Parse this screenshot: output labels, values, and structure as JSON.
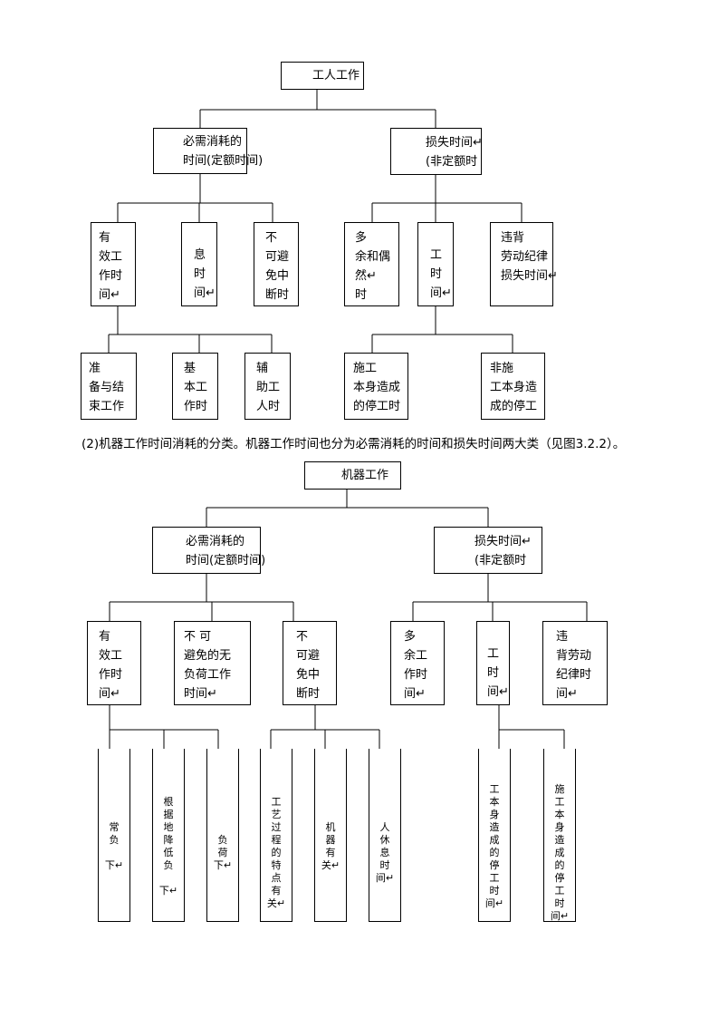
{
  "diagram1": {
    "root": "工人工作",
    "necessary": "必需消耗的\n时间(定额时间)",
    "loss": "损失时间↵\n(非定额时",
    "n1": "有\n效工\n作时\n间↵",
    "n2": "息\n时\n间↵",
    "n3": "不\n可避\n免中\n断时",
    "l1": "多\n余和偶\n然↵\n时",
    "l2": "工\n时\n间↵",
    "l3": "违背\n劳动纪律\n损失时间↵",
    "e1": "准\n备与结\n束工作",
    "e2": "基\n本工\n作时",
    "e3": "辅\n助工\n人时",
    "p1": "施工\n本身造成\n的停工时",
    "p2": "非施\n工本身造\n成的停工"
  },
  "caption": "(2)机器工作时间消耗的分类。机器工作时间也分为必需消耗的时间和损失时间两大类（见图3.2.2）。",
  "diagram2": {
    "root": "机器工作",
    "necessary": "必需消耗的\n时间(定额时间)",
    "loss": "损失时间↵\n(非定额时",
    "n1": "有\n效工\n作时\n间↵",
    "n2": "不 可\n避免的无\n负荷工作\n时间↵",
    "n3": "不\n可避\n免中\n断时",
    "l1": "多\n余工\n作时\n间↵",
    "l2": "工\n时\n间↵",
    "l3": "违\n背劳动\n纪律时\n间↵",
    "v1": "常\n负\n\n下↵",
    "v2": "根\n据\n地\n降\n低\n负\n\n下↵",
    "v3": "负\n荷\n下↵",
    "v4": "工\n艺\n过\n程\n的\n特\n点\n有\n关↵",
    "v5": "机\n器\n有\n关↵",
    "v6": "人\n休\n息\n时\n间↵",
    "v7": "工\n本\n身\n造\n成\n的\n停\n工\n时\n间↵",
    "v8": "施\n工\n本\n身\n造\n成\n的\n停\n工\n时\n间↵"
  }
}
